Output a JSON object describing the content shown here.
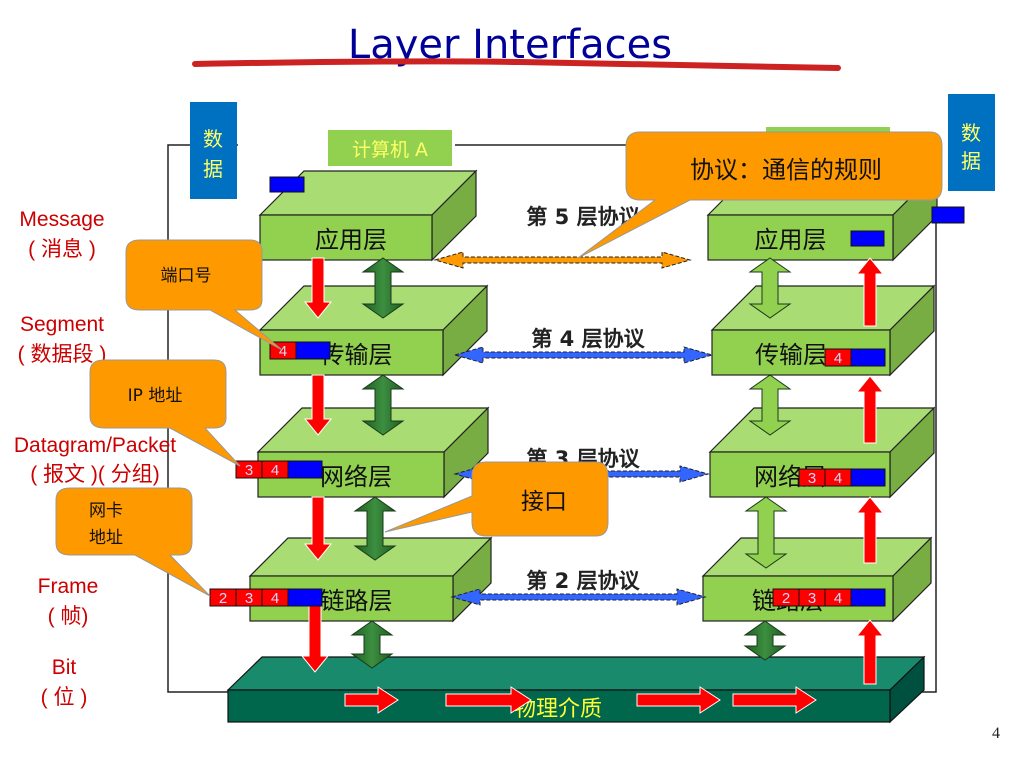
{
  "title": "Layer Interfaces",
  "page_number": "4",
  "colors": {
    "title": "#000099",
    "underline": "#cc2222",
    "pdu_label": "#cc0000",
    "layer_front": "#92d050",
    "layer_top": "#a9dc72",
    "layer_side": "#77ad42",
    "physical_front": "#00664c",
    "physical_top": "#1a8a6c",
    "physical_side": "#005040",
    "callout": "#ff9900",
    "data_tag": "#0070c0",
    "header_red": "#ff0000",
    "payload_blue": "#0000ff",
    "proto5_arrow": "#ff9900",
    "proto_arrow": "#3366ff",
    "interface_arrow_dark": "#2e7d32",
    "interface_arrow_light": "#92d050"
  },
  "data_tag": {
    "left": "数据",
    "right": "数据"
  },
  "machine_label": "计算机 A",
  "pdu_labels": [
    {
      "en": "Message",
      "cn": "( 消息 )"
    },
    {
      "en": "Segment",
      "cn": "( 数据段 )"
    },
    {
      "en": "Datagram/Packet",
      "cn": "( 报文 )( 分组)"
    },
    {
      "en": "Frame",
      "cn": "( 帧)"
    },
    {
      "en": "Bit",
      "cn": "( 位 )"
    }
  ],
  "layers_left": [
    "应用层",
    "传输层",
    "网络层",
    "链路层"
  ],
  "layers_right": [
    "应用层",
    "传输层",
    "网络层",
    "链路层"
  ],
  "physical_medium": "物理介质",
  "protocols": [
    "第 5 层协议",
    "第 4 层协议",
    "第 3 层协议",
    "第 2 层协议"
  ],
  "callouts": {
    "protocol": "协议：通信的规则",
    "port": "端口号",
    "ip": "IP 地址",
    "nic_line1": "网卡",
    "nic_line2": "地址",
    "interface": "接口"
  },
  "headers": {
    "transport": [
      "4"
    ],
    "network": [
      "3",
      "4"
    ],
    "link": [
      "2",
      "3",
      "4"
    ]
  }
}
